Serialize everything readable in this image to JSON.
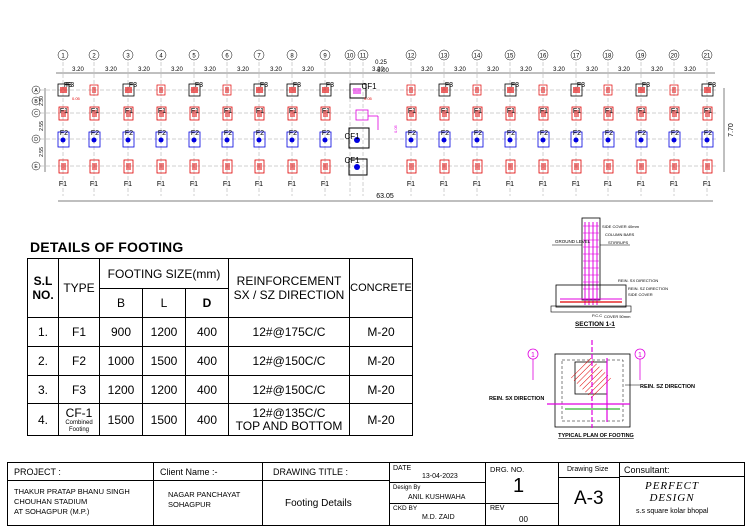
{
  "plan": {
    "grid_numbers": [
      "1",
      "2",
      "3",
      "4",
      "5",
      "6",
      "7",
      "8",
      "9",
      "10",
      "11",
      "12",
      "13",
      "14",
      "15",
      "16",
      "17",
      "18",
      "19",
      "20",
      "21"
    ],
    "spacing_labels": [
      "3.20",
      "3.20",
      "3.20",
      "3.20",
      "3.20",
      "3.20",
      "3.20",
      "3.20",
      "3.20",
      "3.20",
      "3.20",
      "3.20",
      "3.20",
      "3.20",
      "3.20",
      "3.20",
      "3.20",
      "3.20",
      "3.20"
    ],
    "center_dims": [
      "0.25",
      "6.00"
    ],
    "row_letters": [
      "A",
      "B",
      "C",
      "D",
      "E"
    ],
    "row_dims": [
      "2.30",
      "2.55",
      "2.55"
    ],
    "total_width": "63.05",
    "total_height": "7.70",
    "labels": {
      "f1": "F1",
      "f2": "F2",
      "f3": "F3",
      "cf1": "CF1",
      "cf1_top": "CF1",
      "small": "0.05"
    }
  },
  "details": {
    "heading": "DETAILS OF FOOTING",
    "headers": {
      "sl": "S.L",
      "no": "NO.",
      "type": "TYPE",
      "size": "FOOTING SIZE(mm)",
      "b": "B",
      "l": "L",
      "d": "D",
      "reinf": "REINFORCEMENT",
      "reinf2": "SX / SZ DIRECTION",
      "concrete": "CONCRETE"
    },
    "rows": [
      {
        "no": "1.",
        "type": "F1",
        "b": "900",
        "l": "1200",
        "d": "400",
        "reinf": "12#@175C/C",
        "reinf2": "",
        "concrete": "M-20"
      },
      {
        "no": "2.",
        "type": "F2",
        "b": "1000",
        "l": "1500",
        "d": "400",
        "reinf": "12#@150C/C",
        "reinf2": "",
        "concrete": "M-20"
      },
      {
        "no": "3.",
        "type": "F3",
        "b": "1200",
        "l": "1200",
        "d": "400",
        "reinf": "12#@150C/C",
        "reinf2": "",
        "concrete": "M-20"
      },
      {
        "no": "4.",
        "type": "CF-1",
        "sub": "Combined Footing",
        "b": "1500",
        "l": "1500",
        "d": "400",
        "reinf": "12#@135C/C",
        "reinf2": "TOP AND BOTTOM",
        "concrete": "M-20"
      }
    ]
  },
  "section": {
    "title": "SECTION 1-1",
    "labels": [
      "SIDE COVER 40mm",
      "COLUMN BARS",
      "STIRRUPS",
      "GROUND LEVEL",
      "REIN. SX DIRECTION",
      "REIN. SZ DIRECTION",
      "SIDE COVER",
      "P.C.C",
      "COVER 50mm"
    ]
  },
  "plan_detail": {
    "title": "TYPICAL PLAN OF FOOTING",
    "sx": "REIN. SX DIRECTION",
    "sz": "REIN. SZ DIRECTION",
    "mark": "1"
  },
  "titleblock": {
    "project_label": "PROJECT :",
    "project": [
      "THAKUR PRATAP BHANU SINGH",
      "CHOUHAN STADIUM",
      "AT SOHAGPUR (M.P.)"
    ],
    "client_label": "Client Name :-",
    "client": [
      "NAGAR PANCHAYAT",
      "SOHAGPUR"
    ],
    "drawing_title_label": "DRAWING TITLE :",
    "drawing_title": "Footing Details",
    "date_label": "DATE",
    "date": "13-04-2023",
    "design_by_label": "Design By",
    "design_by": "ANIL KUSHWAHA",
    "ckd_label": "CKD BY",
    "ckd": "M.D. ZAID",
    "drg_label": "DRG. NO.",
    "drg": "1",
    "rev_label": "REV",
    "rev": "00",
    "size_label": "Drawing Size",
    "size": "A-3",
    "consultant_label": "Consultant:",
    "consultant": "PERFECT DESIGN",
    "consultant_addr": "s.s square kolar bhopal"
  },
  "colors": {
    "red": "#e00000",
    "blue": "#0000e0",
    "magenta": "#e000e0",
    "green": "#00a000"
  }
}
